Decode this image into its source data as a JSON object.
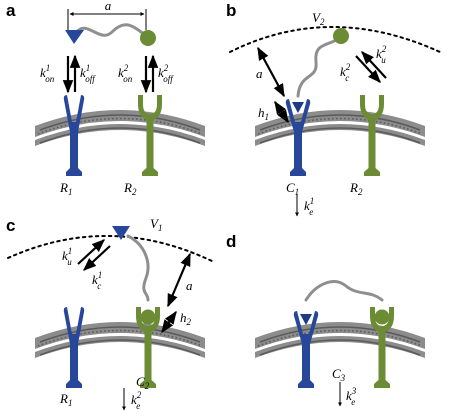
{
  "panels": {
    "a": {
      "label": "a",
      "distance_label": "a",
      "kon1": {
        "k": "k",
        "sup": "1",
        "sub": "on"
      },
      "koff1": {
        "k": "k",
        "sup": "1",
        "sub": "off"
      },
      "kon2": {
        "k": "k",
        "sup": "2",
        "sub": "on"
      },
      "koff2": {
        "k": "k",
        "sup": "2",
        "sub": "off"
      },
      "r1": {
        "main": "R",
        "sub": "1"
      },
      "r2": {
        "main": "R",
        "sub": "2"
      }
    },
    "b": {
      "label": "b",
      "volume": {
        "main": "V",
        "sub": "2"
      },
      "a_label": "a",
      "h": {
        "main": "h",
        "sub": "1"
      },
      "ku": {
        "k": "k",
        "sup": "2",
        "sub": "u"
      },
      "kc": {
        "k": "k",
        "sup": "2",
        "sub": "c"
      },
      "c": {
        "main": "C",
        "sub": "1"
      },
      "r": {
        "main": "R",
        "sub": "2"
      },
      "ke": {
        "k": "k",
        "sup": "1",
        "sub": "e"
      }
    },
    "c": {
      "label": "c",
      "volume": {
        "main": "V",
        "sub": "1"
      },
      "a_label": "a",
      "h": {
        "main": "h",
        "sub": "2"
      },
      "ku": {
        "k": "k",
        "sup": "1",
        "sub": "u"
      },
      "kc": {
        "k": "k",
        "sup": "1",
        "sub": "c"
      },
      "r": {
        "main": "R",
        "sub": "1"
      },
      "c": {
        "main": "C",
        "sub": "2"
      },
      "ke": {
        "k": "k",
        "sup": "2",
        "sub": "e"
      }
    },
    "d": {
      "label": "d",
      "c": {
        "main": "C",
        "sub": "3"
      },
      "ke": {
        "k": "k",
        "sup": "3",
        "sub": "e"
      }
    }
  },
  "colors": {
    "blue": "#27479b",
    "green": "#6b8c35",
    "membrane": "#8c8c8c",
    "linker": "#8f8f8f"
  }
}
